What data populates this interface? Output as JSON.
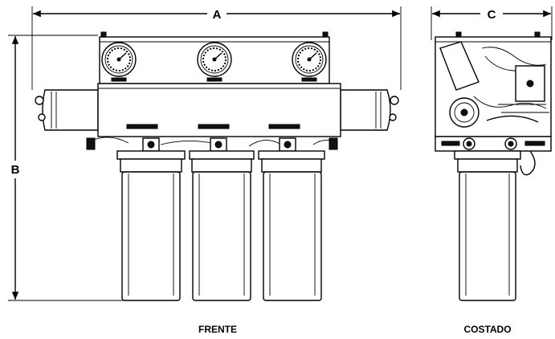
{
  "dimensions": {
    "a": "A",
    "b": "B",
    "c": "C"
  },
  "views": {
    "front": "FRENTE",
    "side": "COSTADO"
  }
}
